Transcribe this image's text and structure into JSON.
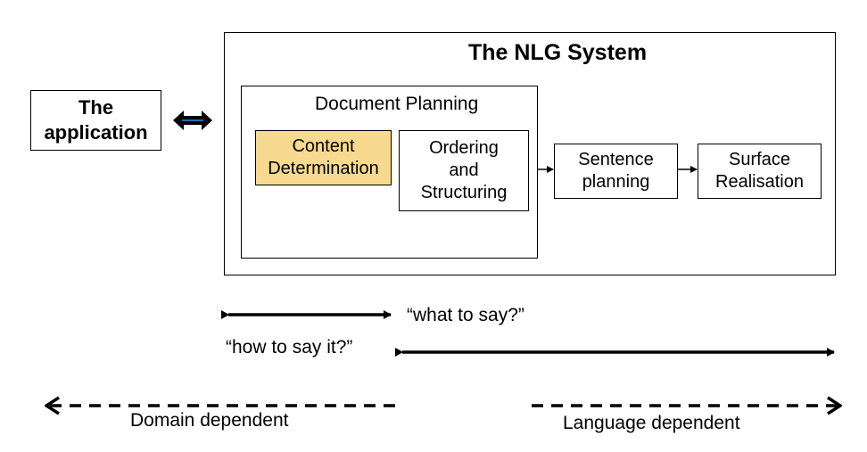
{
  "application": {
    "line1": "The",
    "line2": "application"
  },
  "system": {
    "title": "The NLG System"
  },
  "document_planning": {
    "title": "Document Planning"
  },
  "content_determination": {
    "line1": "Content",
    "line2": "Determination",
    "fill": "#f7d98f"
  },
  "ordering": {
    "line1": "Ordering",
    "line2": "and",
    "line3": "Structuring"
  },
  "sentence_planning": {
    "line1": "Sentence",
    "line2": "planning"
  },
  "surface_realisation": {
    "line1": "Surface",
    "line2": "Realisation"
  },
  "scope": {
    "what": "“what to say?”",
    "how": "“how to say it?”"
  },
  "dependency": {
    "domain": "Domain dependent",
    "language": "Language dependent"
  },
  "colors": {
    "arrow_accent": "#1f6fb5"
  }
}
